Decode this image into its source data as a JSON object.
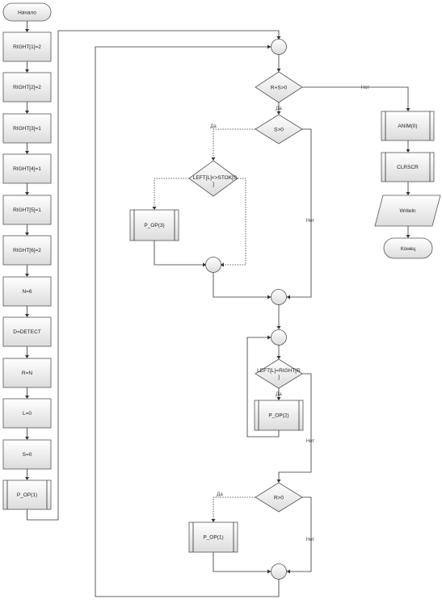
{
  "start_label": "Начало",
  "end_label": "Конец",
  "left_steps": [
    "RIGHT[1]=2",
    "RIGHT[2]=2",
    "RIGHT[3]=1",
    "RIGHT[4]=1",
    "RIGHT[5]=1",
    "RIGHT[6]=2",
    "N=6",
    "D=DETECT",
    "R=N",
    "L=0",
    "S=0"
  ],
  "left_call": "P_OP(1)",
  "cond_rs": "R+S>0",
  "cond_s": "S>0",
  "cond_left_stok_1": "LEFT[L]<>STOK[S",
  "cond_left_stok_2": "]",
  "call_op3": "P_OP(3)",
  "cond_left_right_1": "LEFT[L]=RIGHT[R",
  "cond_left_right_2": "]",
  "call_op2": "P_OP(2)",
  "cond_r": "R>0",
  "call_op1": "P_OP(1)",
  "right_call_anim": "ANIM(0)",
  "right_clrscr": "CLRSCR",
  "right_writeln": "Writeln",
  "yes": "Да",
  "no": "Нет"
}
